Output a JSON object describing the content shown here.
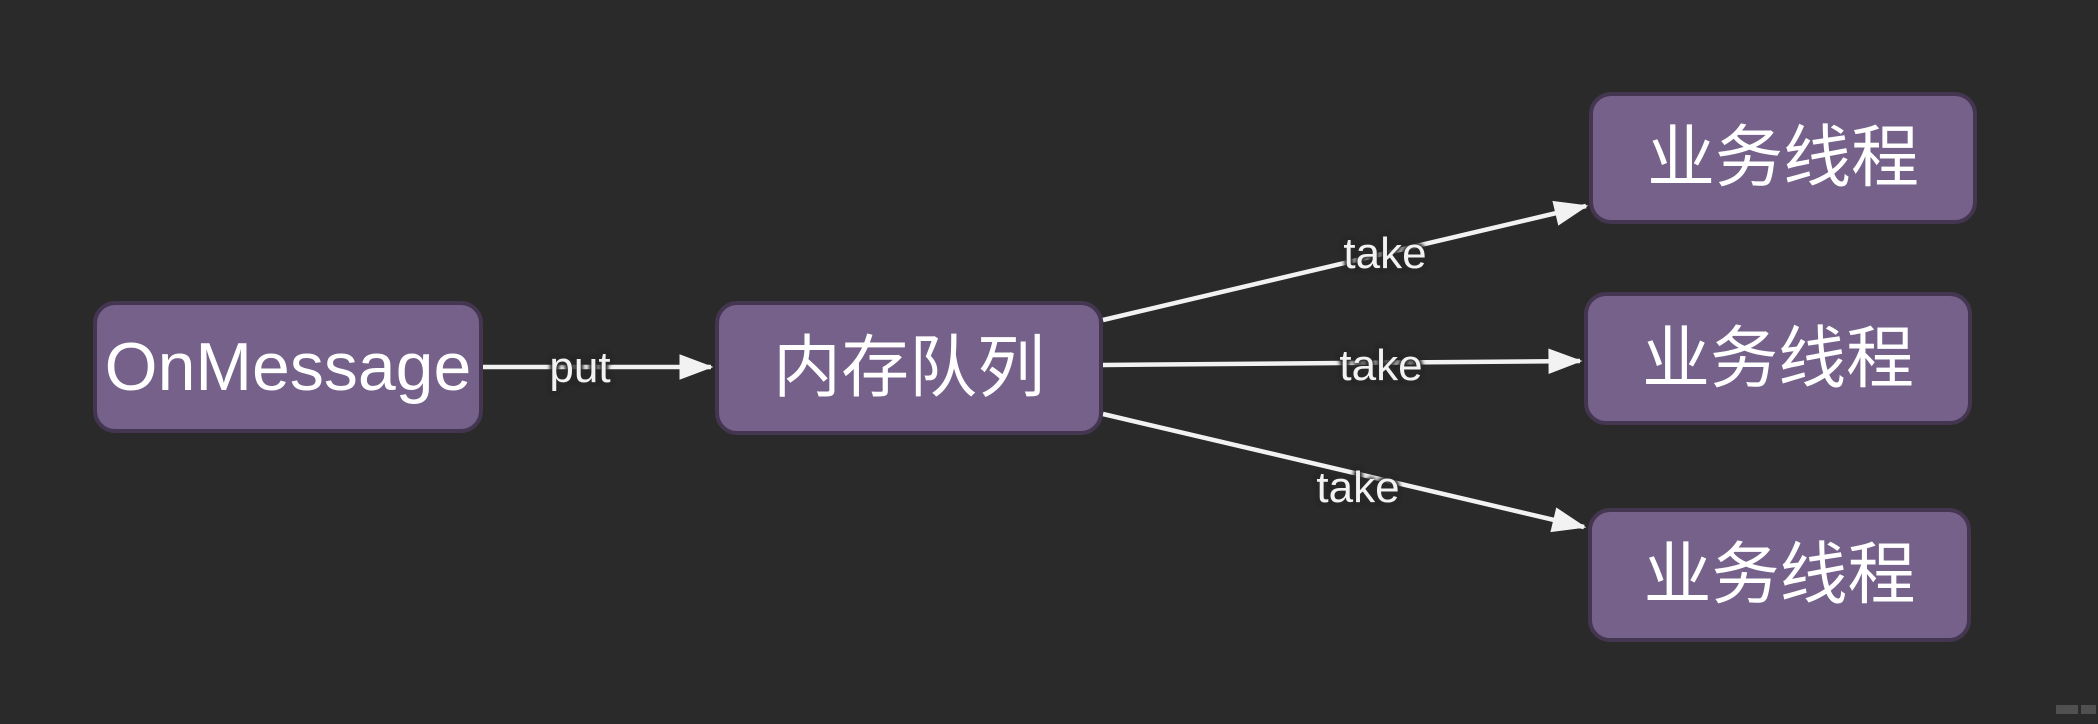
{
  "diagram": {
    "background_color": "#2a2a2a",
    "node_fill_color": "#75618a",
    "node_border_color": "#443650",
    "node_text_color": "#ffffff",
    "arrow_color": "#f2f2f2",
    "nodes": [
      {
        "id": "onmessage",
        "label": "OnMessage"
      },
      {
        "id": "memory-queue",
        "label": "内存队列"
      },
      {
        "id": "worker-1",
        "label": "业务线程"
      },
      {
        "id": "worker-2",
        "label": "业务线程"
      },
      {
        "id": "worker-3",
        "label": "业务线程"
      }
    ],
    "edges": [
      {
        "from": "onmessage",
        "to": "memory-queue",
        "label": "put"
      },
      {
        "from": "memory-queue",
        "to": "worker-1",
        "label": "take"
      },
      {
        "from": "memory-queue",
        "to": "worker-2",
        "label": "take"
      },
      {
        "from": "memory-queue",
        "to": "worker-3",
        "label": "take"
      }
    ]
  }
}
